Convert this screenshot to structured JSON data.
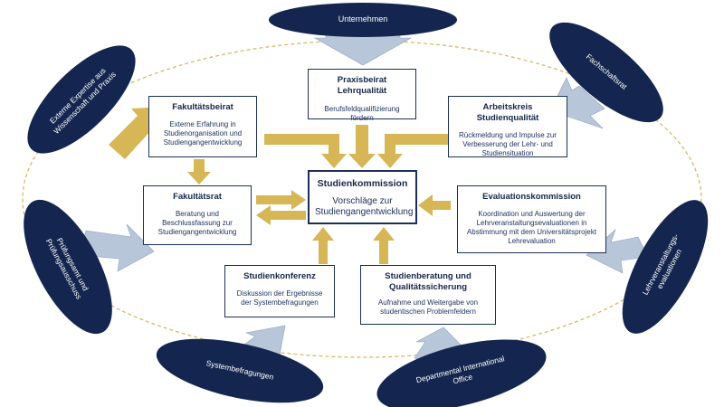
{
  "colors": {
    "navy": "#14264f",
    "gold": "#d6b655",
    "light_blue": "#b8c6d9",
    "dashed_ring": "#d9b964"
  },
  "center": {
    "title": "Studienkommission",
    "text": "Vorschläge zur\nStudiengangentwicklung"
  },
  "boxes": {
    "praxisbeirat": {
      "title": "Praxisbeirat Lehrqualität",
      "text": "Berufsfeldqualifizierung\nfördern"
    },
    "fakultaetsbeirat": {
      "title": "Fakultätsbeirat",
      "text": "Externe Erfahrung  in\nStudienorganisation und\nStudiengangentwicklung"
    },
    "arbeitskreis": {
      "title": "Arbeitskreis Studienqualität",
      "text": "Rückmeldung und Impulse zur\nVerbesserung der Lehr- und\nStudiensituation"
    },
    "fakultaetsrat": {
      "title": "Fakultätsrat",
      "text": "Beratung und\nBeschlussfassung zur\nStudiengangentwicklung"
    },
    "evaluationskommission": {
      "title": "Evaluationskommission",
      "text": "Koordination und Auswertung der\nLehrveranstaltungsevaluationen in\nAbstimmung mit dem Universitätsprojekt\nLehrevaluation"
    },
    "studienkonferenz": {
      "title": "Studienkonferenz",
      "text": "Diskussion der Ergebnisse\nder Systembefragungen"
    },
    "studienberatung": {
      "title": "Studienberatung und\nQualitätssicherung",
      "text": "Aufnahme und Weitergabe von\nstudentischen Problemfeldern"
    }
  },
  "external": {
    "unternehmen": "Unternehmen",
    "externe_expertise": "Externe Expertise aus\nWissenschaft und Praxis",
    "fachschaftsrat": "Fachschaftsrat",
    "pruefungsamt": "Prüfungsamt und\nPrüfungsausschuss",
    "lehrveranstaltungsevaluationen": "Lehrveranstaltungs-\nevaluationen",
    "systembefragungen": "Systembefragungen",
    "departmental_office": "Departmental International\nOffice"
  }
}
